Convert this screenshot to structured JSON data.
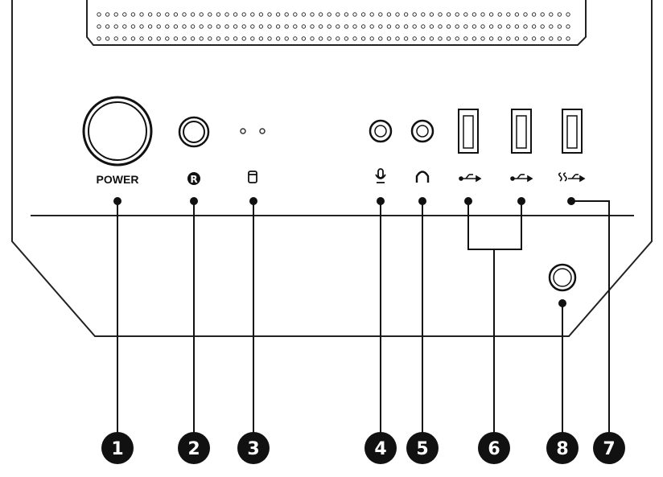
{
  "panel": {
    "power_label": "POWER",
    "reset_symbol": "R"
  },
  "icons": {
    "power_button": "power-button",
    "reset_button": "reset-button",
    "hdd_led": "hdd-led-icon",
    "microphone": "microphone-icon",
    "headphone": "headphone-icon",
    "usb": "usb-icon",
    "usb3": "usb3-ss-icon",
    "led_button": "led-control-button"
  },
  "callouts": [
    {
      "number": "1",
      "item": "power-button"
    },
    {
      "number": "2",
      "item": "reset-button"
    },
    {
      "number": "3",
      "item": "hdd-led"
    },
    {
      "number": "4",
      "item": "microphone-jack"
    },
    {
      "number": "5",
      "item": "headphone-jack"
    },
    {
      "number": "6",
      "item": "usb-2-ports"
    },
    {
      "number": "8",
      "item": "led-button"
    },
    {
      "number": "7",
      "item": "usb-3-port"
    }
  ]
}
